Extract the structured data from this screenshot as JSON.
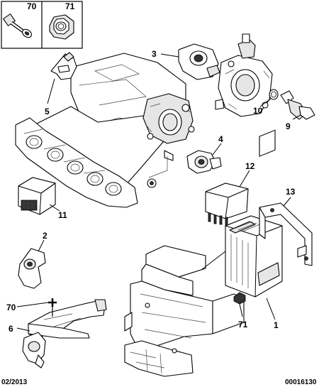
{
  "callouts": {
    "c70_top": "70",
    "c71_top": "71",
    "c3": "3",
    "c5": "5",
    "c10": "10",
    "c9": "9",
    "c4": "4",
    "c12": "12",
    "c13": "13",
    "c11": "11",
    "c2": "2",
    "c70_bottom": "70",
    "c6": "6",
    "c71_bottom": "71",
    "c1": "1"
  },
  "footer": {
    "date": "02/2013",
    "reference": "00016130"
  },
  "icons": [
    "bolt-icon",
    "hex-nut-icon"
  ]
}
